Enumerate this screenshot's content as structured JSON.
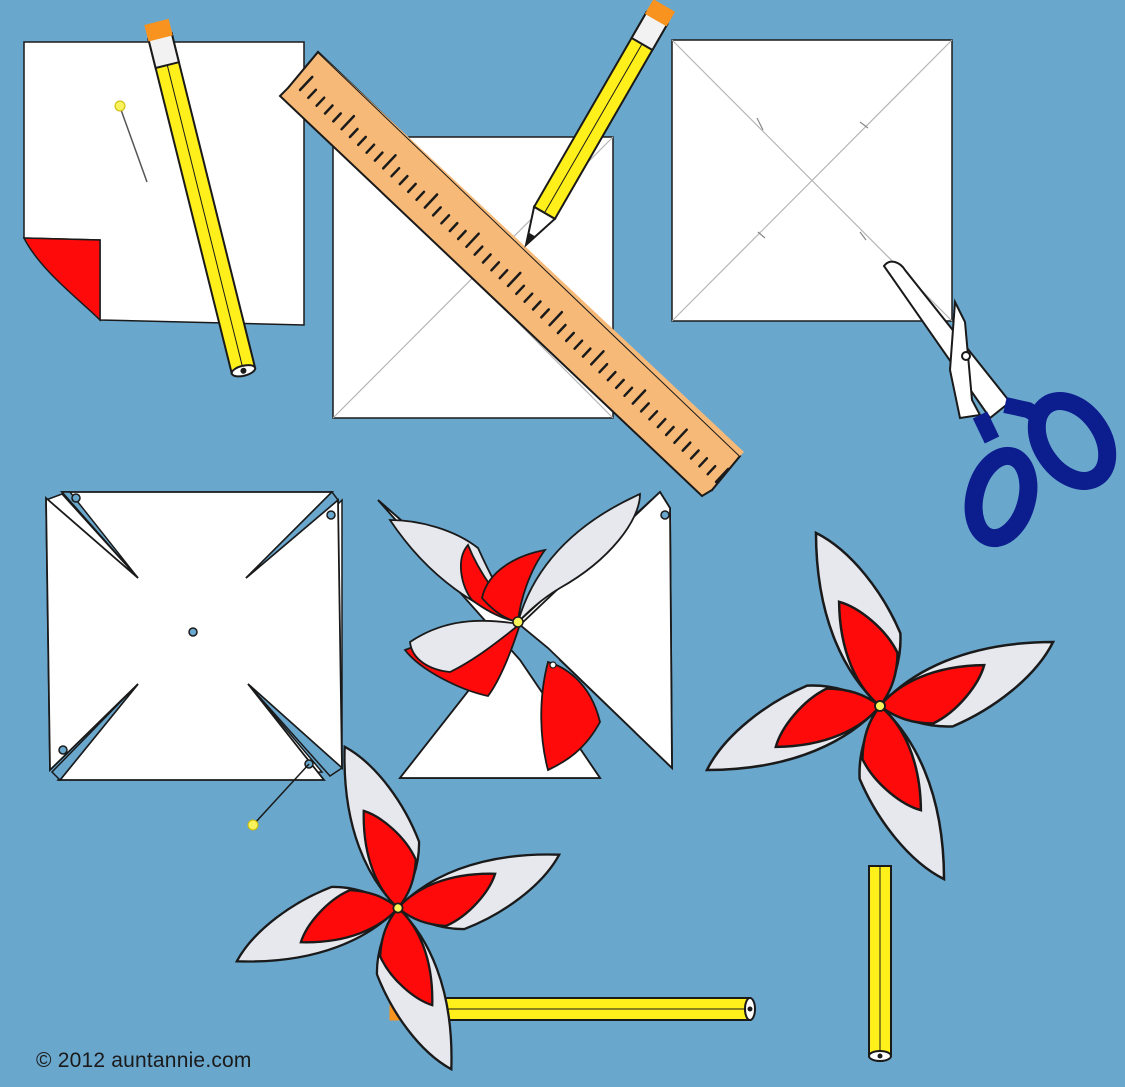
{
  "credit": {
    "text": "© 2012 auntannie.com"
  },
  "colors": {
    "background": "#6aa7cd",
    "paper": "#ffffff",
    "paper_back": "#e6e8ee",
    "accent_red": "#ff0a0a",
    "pencil_yellow": "#ffef1a",
    "eraser_orange": "#f7931e",
    "ruler_tan": "#f6b978",
    "ruler_side": "#d98a3c",
    "scissor_handle": "#0c1d8e",
    "outline": "#1a1a1a"
  },
  "steps": [
    {
      "name": "paper-with-red-back"
    },
    {
      "name": "draw-diagonals-with-ruler"
    },
    {
      "name": "cut-with-scissors"
    },
    {
      "name": "cut-square-with-slits"
    },
    {
      "name": "fold-corners-to-center"
    },
    {
      "name": "finished-pinwheel-on-pencil"
    },
    {
      "name": "pinwheel-on-pencil-end"
    }
  ]
}
